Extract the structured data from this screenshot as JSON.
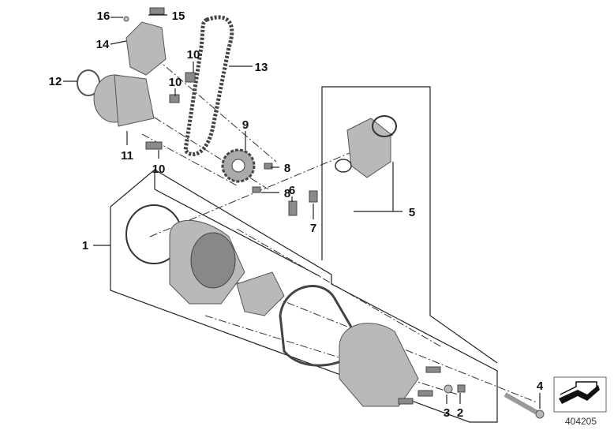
{
  "diagram": {
    "labels": {
      "l16": "16",
      "l15": "15",
      "l14": "14",
      "l10a": "10",
      "l13": "13",
      "l12": "12",
      "l10b": "10",
      "l11": "11",
      "l10c": "10",
      "l9": "9",
      "l8a": "8",
      "l8b": "8",
      "l6": "6",
      "l7": "7",
      "l5": "5",
      "l1": "1",
      "l4": "4",
      "l3": "3",
      "l2": "2"
    },
    "image_number": "404205",
    "icon": "arrow-icon"
  }
}
